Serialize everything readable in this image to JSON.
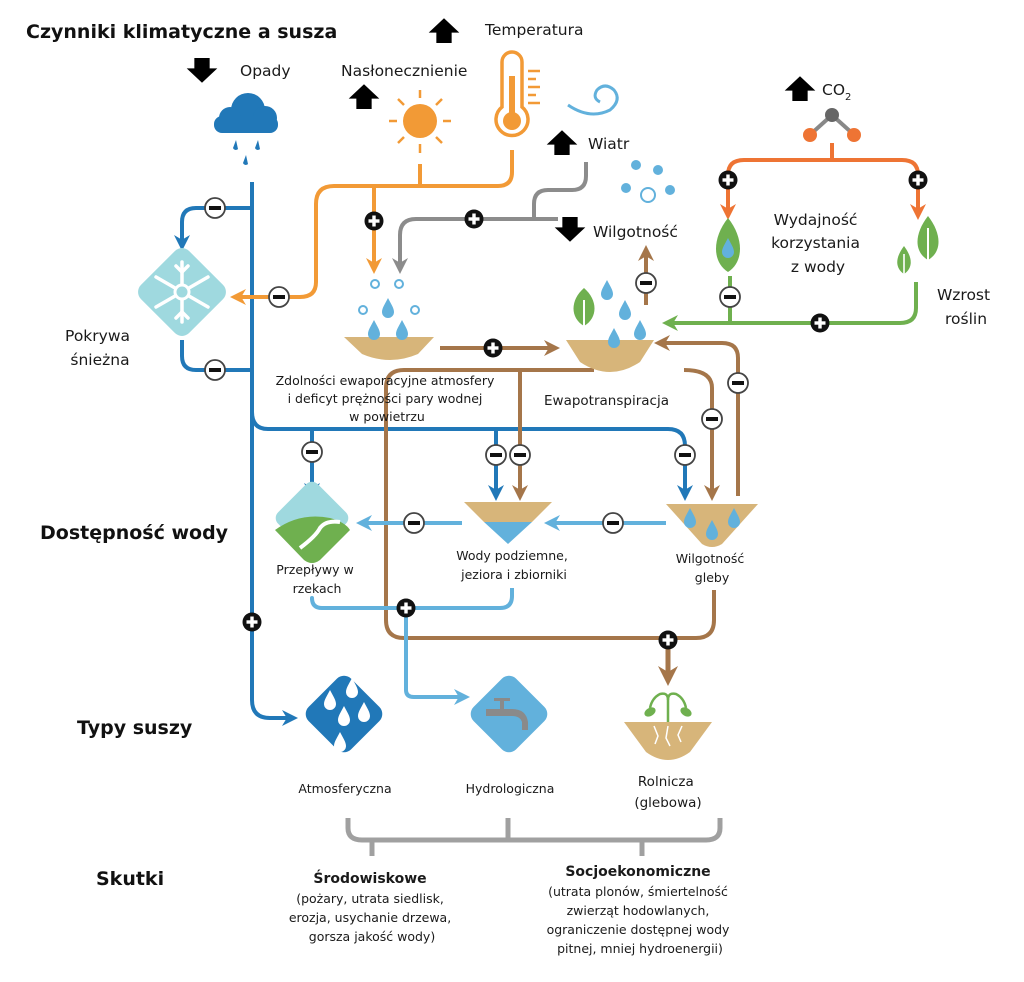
{
  "title": "Czynniki klimatyczne a susza",
  "sections": {
    "water_availability": "Dostępność wody",
    "drought_types": "Typy suszy",
    "impacts": "Skutki"
  },
  "climate_factors": {
    "precipitation": {
      "label": "Opady",
      "trend": "down"
    },
    "insolation": {
      "label": "Nasłonecznienie",
      "trend": "up"
    },
    "temperature": {
      "label": "Temperatura",
      "trend": "up"
    },
    "wind": {
      "label": "Wiatr",
      "trend": "up"
    },
    "humidity": {
      "label": "Wilgotność",
      "trend": "down"
    },
    "co2": {
      "label": "CO",
      "subscript": "2",
      "trend": "up"
    }
  },
  "nodes": {
    "snow_cover": [
      "Pokrywa",
      "śnieżna"
    ],
    "evaporative_demand": [
      "Zdolności ewaporacyjne atmosfery",
      "i deficyt prężności pary wodnej",
      "w powietrzu"
    ],
    "evapotranspiration": [
      "Ewapotranspiracja"
    ],
    "water_use_efficiency": [
      "Wydajność",
      "korzystania",
      "z wody"
    ],
    "plant_growth": [
      "Wzrost",
      "roślin"
    ],
    "river_flows": [
      "Przepływy w",
      "rzekach"
    ],
    "groundwater": [
      "Wody podziemne,",
      "jeziora i zbiorniki"
    ],
    "soil_moisture": [
      "Wilgotność",
      "gleby"
    ]
  },
  "drought_types": {
    "atmospheric": [
      "Atmosferyczna"
    ],
    "hydrological": [
      "Hydrologiczna"
    ],
    "agricultural": [
      "Rolnicza",
      "(glebowa)"
    ]
  },
  "impacts": {
    "environmental": {
      "title": "Środowiskowe",
      "lines": [
        "(pożary, utrata siedlisk,",
        "erozja, usychanie drzewa,",
        "gorsza jakość wody)"
      ]
    },
    "socioeconomic": {
      "title": "Socjoekonomiczne",
      "lines": [
        "(utrata plonów, śmiertelność",
        "zwierząt hodowlanych,",
        "ograniczenie dostępnej wody",
        "pitnej, mniej hydroenergii)"
      ]
    }
  },
  "colors": {
    "blue_dark": "#2178b8",
    "blue_light": "#62b1dc",
    "orange": "#f29a36",
    "orange_co2": "#ee7434",
    "gray": "#8c8c8c",
    "brown": "#a5764a",
    "green": "#6fb04f",
    "soil": "#d7b57a",
    "ice": "#9fd9df"
  }
}
